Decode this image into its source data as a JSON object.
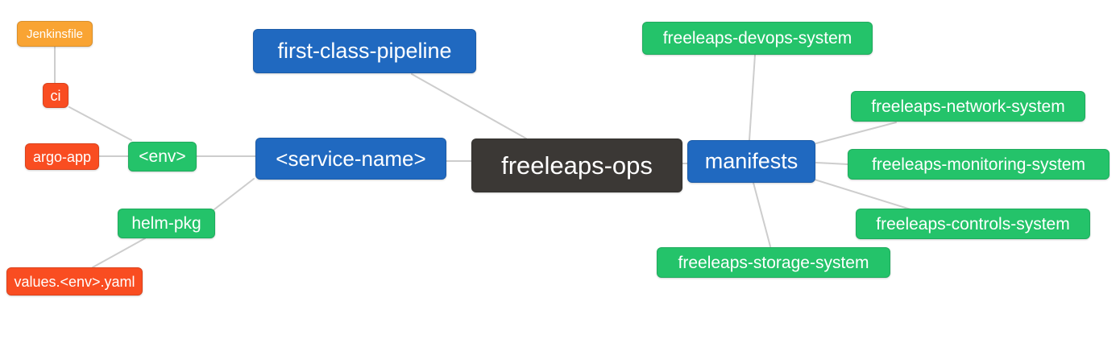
{
  "diagram": {
    "type": "mindmap",
    "root_label": "freeleaps-ops",
    "nodes": {
      "freeleaps_ops": {
        "label": "freeleaps-ops",
        "color": "#3b3835",
        "role": "root"
      },
      "first_class_pipeline": {
        "label": "first-class-pipeline",
        "color": "#2069c0",
        "role": "branch"
      },
      "service_name": {
        "label": "<service-name>",
        "color": "#2069c0",
        "role": "branch"
      },
      "manifests": {
        "label": "manifests",
        "color": "#2069c0",
        "role": "branch"
      },
      "env": {
        "label": "<env>",
        "color": "#24c36a",
        "role": "sub-branch"
      },
      "helm_pkg": {
        "label": "helm-pkg",
        "color": "#24c36a",
        "role": "sub-branch"
      },
      "ci": {
        "label": "ci",
        "color": "#f94d21",
        "role": "leaf"
      },
      "argo_app": {
        "label": "argo-app",
        "color": "#f94d21",
        "role": "leaf"
      },
      "values_env_yaml": {
        "label": "values.<env>.yaml",
        "color": "#f94d21",
        "role": "leaf"
      },
      "jenkinsfile": {
        "label": "Jenkinsfile",
        "color": "#f9a433",
        "role": "leaf"
      },
      "devops_system": {
        "label": "freeleaps-devops-system",
        "color": "#24c36a",
        "role": "sub-branch"
      },
      "network_system": {
        "label": "freeleaps-network-system",
        "color": "#24c36a",
        "role": "sub-branch"
      },
      "monitoring_system": {
        "label": "freeleaps-monitoring-system",
        "color": "#24c36a",
        "role": "sub-branch"
      },
      "controls_system": {
        "label": "freeleaps-controls-system",
        "color": "#24c36a",
        "role": "sub-branch"
      },
      "storage_system": {
        "label": "freeleaps-storage-system",
        "color": "#24c36a",
        "role": "sub-branch"
      }
    },
    "edges": [
      [
        "freeleaps_ops",
        "first_class_pipeline"
      ],
      [
        "freeleaps_ops",
        "service_name"
      ],
      [
        "freeleaps_ops",
        "manifests"
      ],
      [
        "service_name",
        "env"
      ],
      [
        "service_name",
        "helm_pkg"
      ],
      [
        "env",
        "ci"
      ],
      [
        "env",
        "argo_app"
      ],
      [
        "ci",
        "jenkinsfile"
      ],
      [
        "helm_pkg",
        "values_env_yaml"
      ],
      [
        "manifests",
        "devops_system"
      ],
      [
        "manifests",
        "network_system"
      ],
      [
        "manifests",
        "monitoring_system"
      ],
      [
        "manifests",
        "controls_system"
      ],
      [
        "manifests",
        "storage_system"
      ]
    ]
  },
  "colors": {
    "root_bg": "#3b3835",
    "branch_blue": "#2069c0",
    "node_green": "#24c36a",
    "leaf_red": "#f94d21",
    "leaf_orange": "#f9a433",
    "text": "#ffffff",
    "edge_line": "#cdcdcd",
    "background": "#ffffff"
  }
}
